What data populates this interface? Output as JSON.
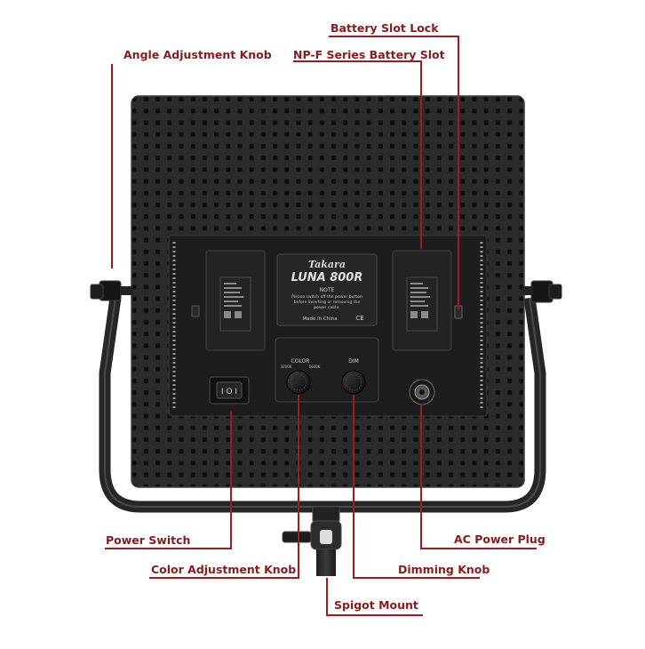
{
  "device": {
    "brand": "Takara",
    "model": "LUNA 800R",
    "note_title": "NOTE",
    "note_text": [
      "Please switch off the power button",
      "before inserting or removing the",
      "power cable."
    ],
    "origin": "Made in China",
    "cert_mark": "CE",
    "color_label": "COLOR",
    "color_low": "3200K",
    "color_high": "5600K",
    "dim_label": "DIM",
    "switch_text": "I O I"
  },
  "callouts": {
    "battery_slot_lock": "Battery Slot Lock",
    "angle_adjustment_knob": "Angle Adjustment Knob",
    "npf_battery_slot": "NP-F Series Battery Slot",
    "power_switch": "Power Switch",
    "ac_power_plug": "AC Power Plug",
    "color_adjustment_knob": "Color Adjustment Knob",
    "dimming_knob": "Dimming Knob",
    "spigot_mount": "Spigot Mount"
  },
  "colors": {
    "callout_text": "#8b1a1a",
    "callout_line": "#a01c1c",
    "panel": "#2a2a2a",
    "panel_holes": "#0e0e0e",
    "yoke": "#303030"
  }
}
